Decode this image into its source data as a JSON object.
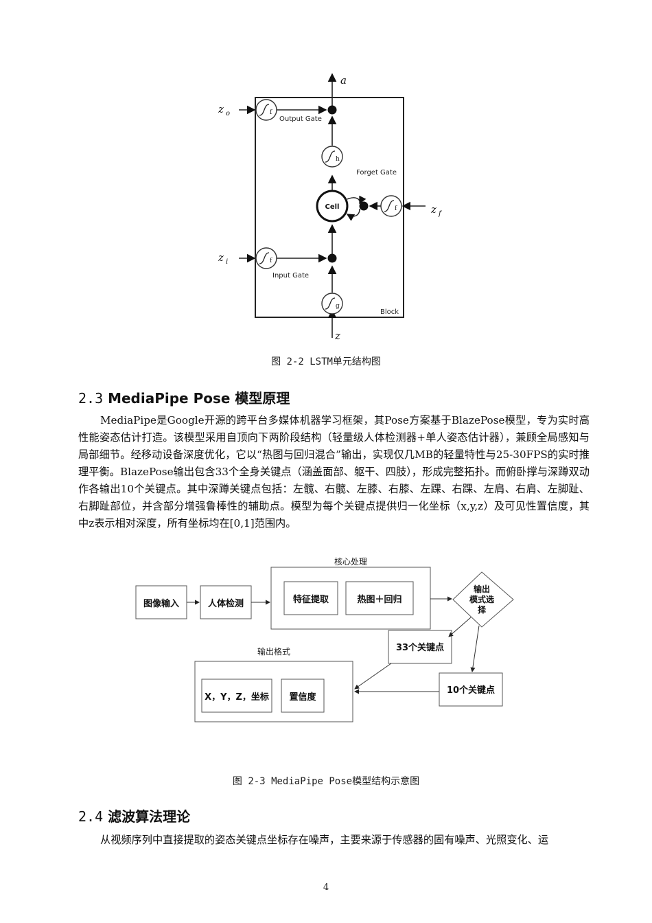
{
  "figure1": {
    "output_label": "a",
    "zo_label": "z",
    "zo_sub": "o",
    "zf_label": "z",
    "zf_sub": "f",
    "zi_label": "z",
    "zi_sub": "i",
    "z_label": "z",
    "output_gate": "Output Gate",
    "forget_gate": "Forget Gate",
    "input_gate": "Input Gate",
    "block": "Block",
    "cell": "Cell",
    "sig_f1": "f",
    "sig_h": "h",
    "sig_f2": "f",
    "sig_f3": "f",
    "sig_g": "g"
  },
  "caption1": "图 2-2 LSTM单元结构图",
  "section23": {
    "num": "2.3",
    "title": "MediaPipe Pose 模型原理"
  },
  "paragraph1": "MediaPipe是Google开源的跨平台多媒体机器学习框架，其Pose方案基于BlazePose模型，专为实时高性能姿态估计打造。该模型采用自顶向下两阶段结构（轻量级人体检测器+单人姿态估计器），兼顾全局感知与局部细节。经移动设备深度优化，它以“热图与回归混合”输出，实现仅几MB的轻量特性与25-30FPS的实时推理平衡。BlazePose输出包含33个全身关键点（涵盖面部、躯干、四肢），形成完整拓扑。而俯卧撑与深蹲双动作各输出10个关键点。其中深蹲关键点包括：左髋、右髋、左膝、右膝、左踝、右踝、左肩、右肩、左脚趾、右脚趾部位，并含部分增强鲁棒性的辅助点。模型为每个关键点提供归一化坐标（x,y,z）及可见性置信度，其中z表示相对深度，所有坐标均在[0,1]范围内。",
  "figure2": {
    "core_label": "核心处理",
    "image_input": "图像输入",
    "body_detect": "人体检测",
    "feature": "特征提取",
    "heatmap": "热图＋回归",
    "mode_line1": "输出",
    "mode_line2": "模式选",
    "mode_line3": "择",
    "kp33": "33个关键点",
    "kp10": "10个关键点",
    "format_label": "输出格式",
    "xyz": "X，Y，Z，坐标",
    "confidence": "置信度"
  },
  "caption2": "图 2-3 MediaPipe Pose模型结构示意图",
  "section24": {
    "num": "2.4",
    "title": "滤波算法理论"
  },
  "paragraph2": "从视频序列中直接提取的姿态关键点坐标存在噪声，主要来源于传感器的固有噪声、光照变化、运",
  "page_number": "4"
}
